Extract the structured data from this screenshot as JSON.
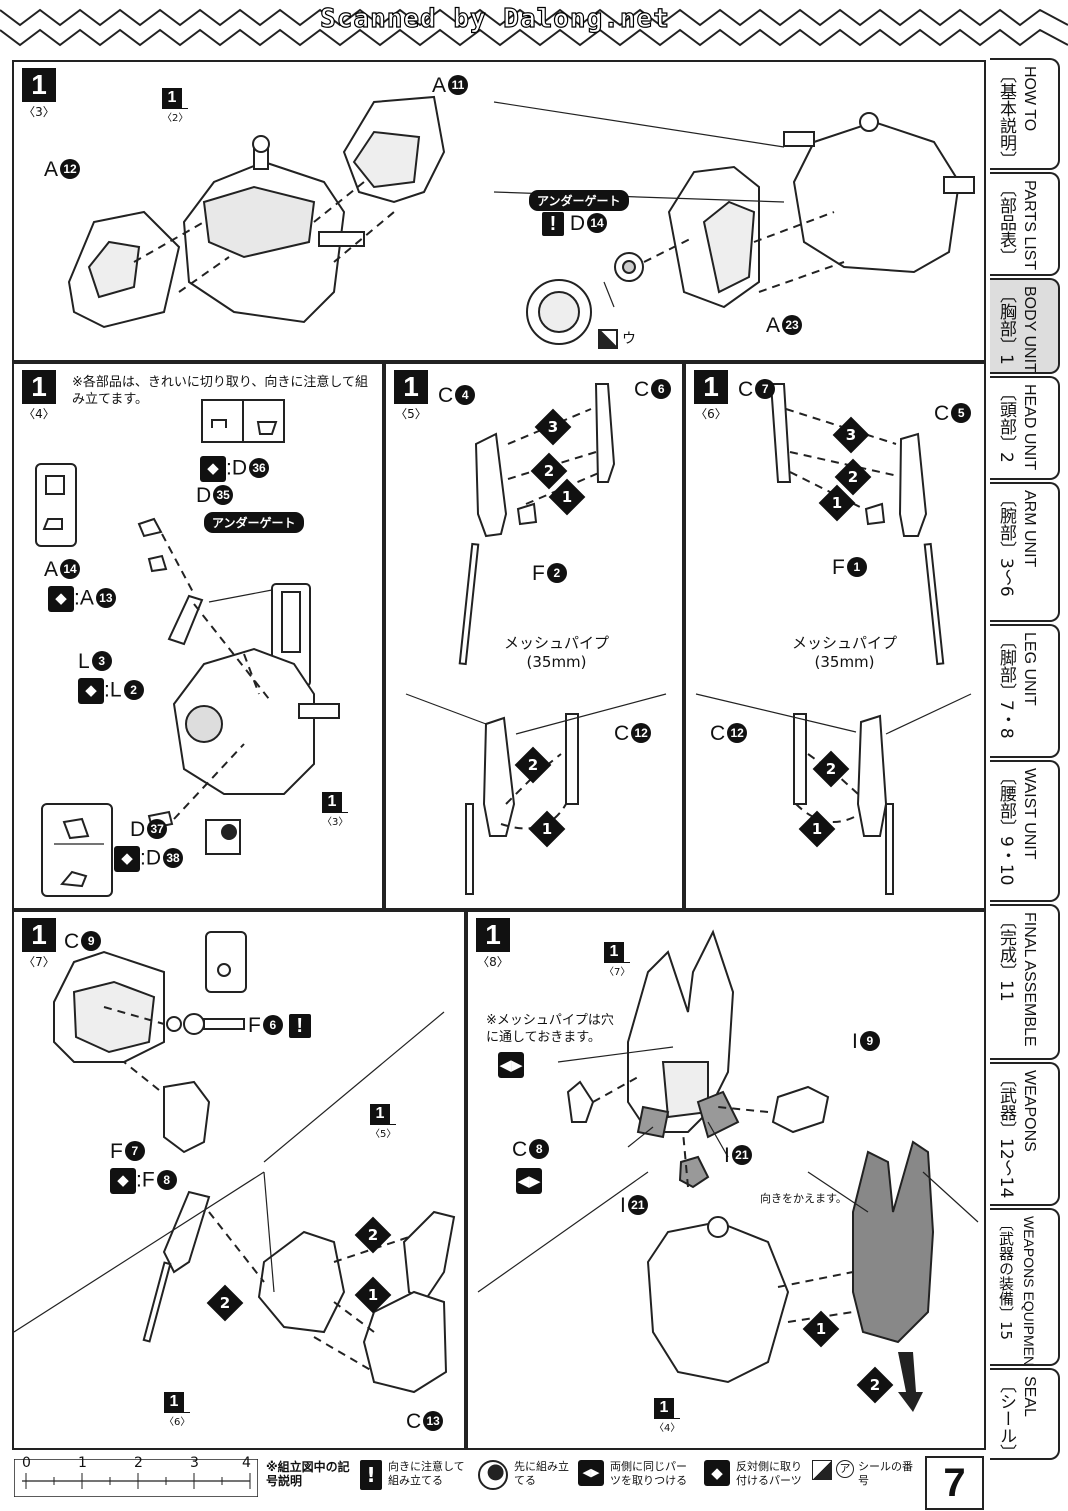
{
  "watermark": "Scanned by Dalong.net",
  "panels": {
    "p3": {
      "step": "1",
      "sub": "〈3〉",
      "labels": {
        "a11": "A",
        "a11n": "11",
        "a12": "A",
        "a12n": "12",
        "d14": "D",
        "d14n": "14",
        "a23": "A",
        "a23n": "23"
      },
      "ref": {
        "num": "1",
        "sub": "〈2〉"
      },
      "under_gate": "アンダーゲート",
      "seal": "ウ"
    },
    "p4": {
      "step": "1",
      "sub": "〈4〉",
      "note": "※各部品は、きれいに切り取り、向きに注意して組み立てます。",
      "labels": {
        "d36": "D",
        "d36n": "36",
        "d35": "D",
        "d35n": "35",
        "a14": "A",
        "a14n": "14",
        "a13": "A",
        "a13n": "13",
        "l3": "L",
        "l3n": "3",
        "l2": "L",
        "l2n": "2",
        "d37": "D",
        "d37n": "37",
        "d38": "D",
        "d38n": "38"
      },
      "under_gate": "アンダーゲート",
      "ref": {
        "num": "1",
        "sub": "〈3〉"
      }
    },
    "p5": {
      "step": "1",
      "sub": "〈5〉",
      "labels": {
        "c4": "C",
        "c4n": "4",
        "c6": "C",
        "c6n": "6",
        "f2": "F",
        "f2n": "2",
        "c12": "C",
        "c12n": "12"
      },
      "pipe": "メッシュパイプ",
      "pipe_len": "(35mm)"
    },
    "p6": {
      "step": "1",
      "sub": "〈6〉",
      "labels": {
        "c7": "C",
        "c7n": "7",
        "c5": "C",
        "c5n": "5",
        "f1": "F",
        "f1n": "1",
        "c12": "C",
        "c12n": "12"
      },
      "pipe": "メッシュパイプ",
      "pipe_len": "(35mm)"
    },
    "p7": {
      "step": "1",
      "sub": "〈7〉",
      "labels": {
        "c9": "C",
        "c9n": "9",
        "f6": "F",
        "f6n": "6",
        "f7": "F",
        "f7n": "7",
        "f8": "F",
        "f8n": "8",
        "c13": "C",
        "c13n": "13"
      },
      "ref5": {
        "num": "1",
        "sub": "〈5〉"
      },
      "ref6": {
        "num": "1",
        "sub": "〈6〉"
      }
    },
    "p8": {
      "step": "1",
      "sub": "〈8〉",
      "note": "※メッシュパイプは穴に通しておきます。",
      "labels": {
        "i9": "I",
        "i9n": "9",
        "c8": "C",
        "c8n": "8",
        "i21a": "I",
        "i21an": "21",
        "i21b": "I",
        "i21bn": "21"
      },
      "turn": "向きをかえます。",
      "ref7": {
        "num": "1",
        "sub": "〈7〉"
      },
      "ref4": {
        "num": "1",
        "sub": "〈4〉"
      }
    }
  },
  "tabs": [
    {
      "jp": "〔基本説明〕",
      "en": "HOW TO"
    },
    {
      "jp": "〔部品表〕",
      "en": "PARTS LIST"
    },
    {
      "jp": "〔胸部〕1",
      "en": "BODY UNIT"
    },
    {
      "jp": "〔頭部〕2",
      "en": "HEAD UNIT"
    },
    {
      "jp": "〔腕部〕3〜6",
      "en": "ARM UNIT"
    },
    {
      "jp": "〔脚部〕7・8",
      "en": "LEG UNIT"
    },
    {
      "jp": "〔腰部〕9・10",
      "en": "WAIST UNIT"
    },
    {
      "jp": "〔完成〕11",
      "en": "FINAL ASSEMBLE"
    },
    {
      "jp": "〔武器〕12〜14",
      "en": "WEAPONS"
    },
    {
      "jp": "〔武器の装備〕15",
      "en": "WEAPONS EQUIPMENT"
    },
    {
      "jp": "〔シール〕",
      "en": "SEAL"
    }
  ],
  "legend": {
    "ruler": [
      "0",
      "1",
      "2",
      "3",
      "4"
    ],
    "title": "※組立図中の記号説明",
    "items": [
      "向きに注意して組み立てる",
      "先に組み立てる",
      "両側に同じパーツを取りつける",
      "反対側に取り付けるパーツ",
      "シールの番号"
    ],
    "seal_mark": "ア"
  },
  "page_number": "7"
}
